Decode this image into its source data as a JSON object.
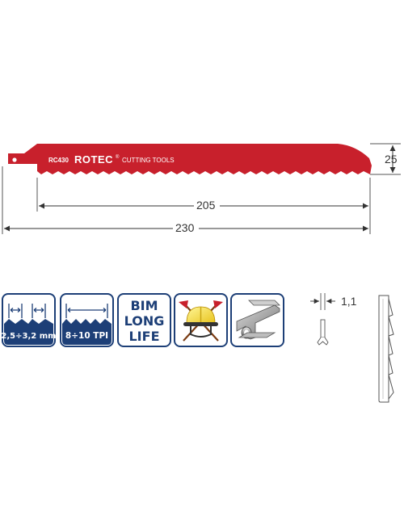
{
  "blade": {
    "model": "RC430",
    "brand": "ROTEC",
    "trademark": "®",
    "tagline": "CUTTING TOOLS",
    "color": "#c8202c"
  },
  "dimensions": {
    "height": "25",
    "cutting_length": "205",
    "total_length": "230",
    "thickness": "1,1"
  },
  "features": {
    "tooth_size": "2,5÷3,2 mm",
    "tpi": "8÷10 TPI",
    "material_line1": "BIM",
    "material_line2": "LONG",
    "material_line3": "LIFE",
    "accent_color": "#1d3f77",
    "icon_rescue": "firefighter-helmet-axes-icon",
    "icon_metal": "metal-profiles-icon"
  }
}
